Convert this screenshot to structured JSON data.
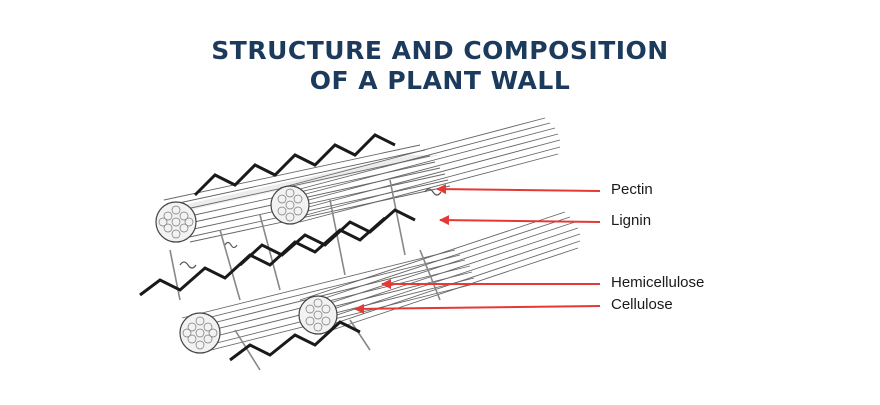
{
  "title": {
    "line1": "STRUCTURE AND COMPOSITION",
    "line2": "OF A PLANT WALL"
  },
  "labels": {
    "pectin": "Pectin",
    "lignin": "Lignin",
    "hemicellulose": "Hemicellulose",
    "cellulose": "Cellulose"
  },
  "colors": {
    "title": "#1b3a5c",
    "arrow": "#e53935",
    "lignin": "#1a1a1a",
    "fiber_stroke": "#555555",
    "fiber_fill": "#e6e6e6"
  }
}
